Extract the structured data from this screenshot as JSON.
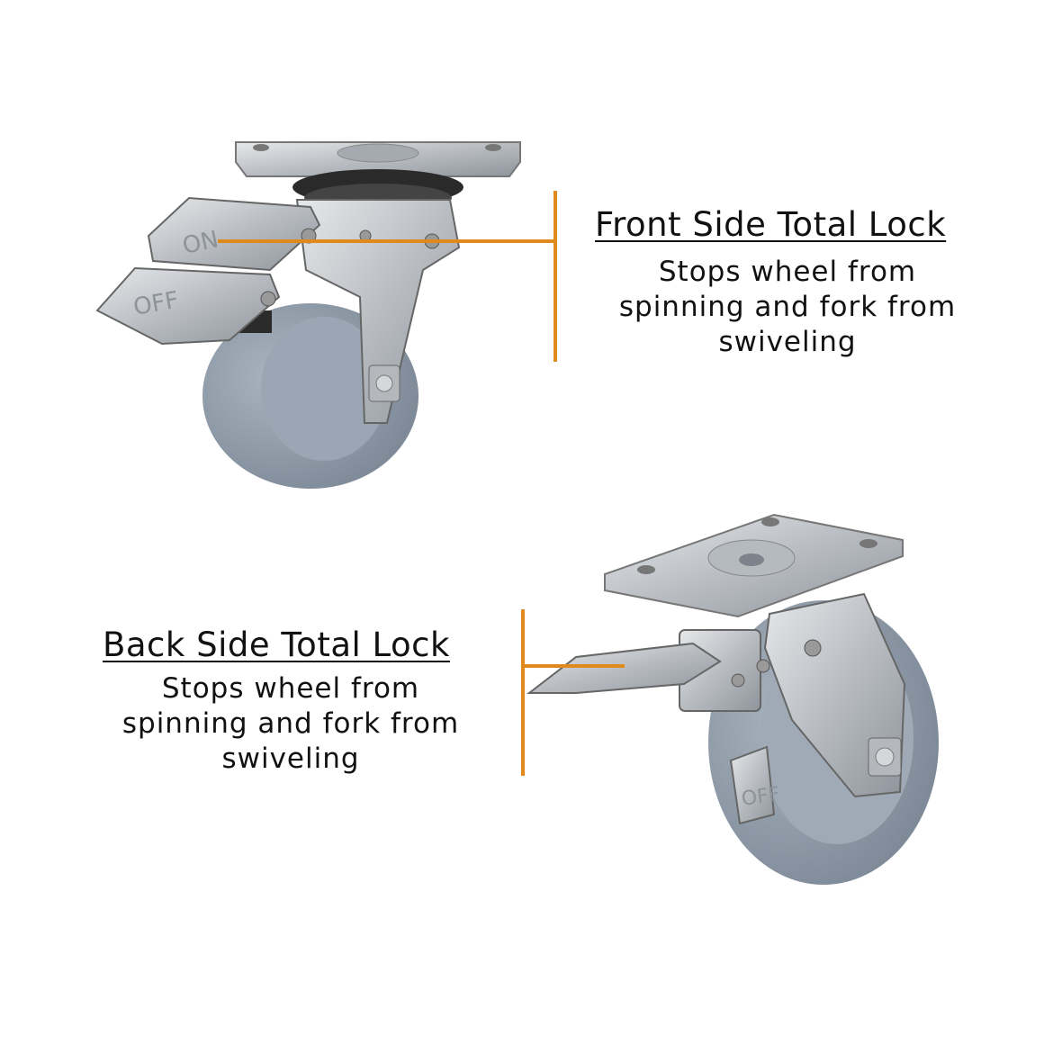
{
  "colors": {
    "accent": "#E08A1E",
    "wheel": "#8E9BAA",
    "steel": "#C9CCD0"
  },
  "front_lock": {
    "title": "Front Side Total Lock",
    "description_lines": [
      "Stops wheel from",
      "spinning and fork from",
      "swiveling"
    ],
    "pedal_labels": [
      "ON",
      "OFF"
    ]
  },
  "back_lock": {
    "title": "Back Side Total Lock",
    "description_lines": [
      "Stops wheel from",
      "spinning and fork from",
      "swiveling"
    ],
    "pedal_label": "OFF"
  },
  "icons": [
    "front-lock-caster-image",
    "back-lock-caster-image"
  ]
}
